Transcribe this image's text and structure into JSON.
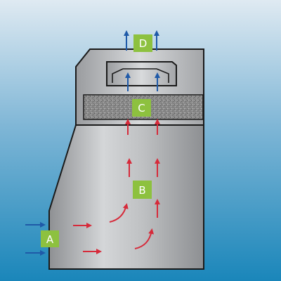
{
  "diagram": {
    "labels": {
      "a": "A",
      "b": "B",
      "c": "C",
      "d": "D"
    },
    "colors": {
      "background_top": "#dfeaf2",
      "background_bottom": "#1a86ba",
      "cabinet": "#a8aaad",
      "cabinet_highlight": "#d4d6d8",
      "filter": "#7b7b7b",
      "outline": "#1a1a1a",
      "label_green": "#8dc13f",
      "arrow_red": "#d62a3a",
      "arrow_blue": "#1f5aa8"
    }
  }
}
